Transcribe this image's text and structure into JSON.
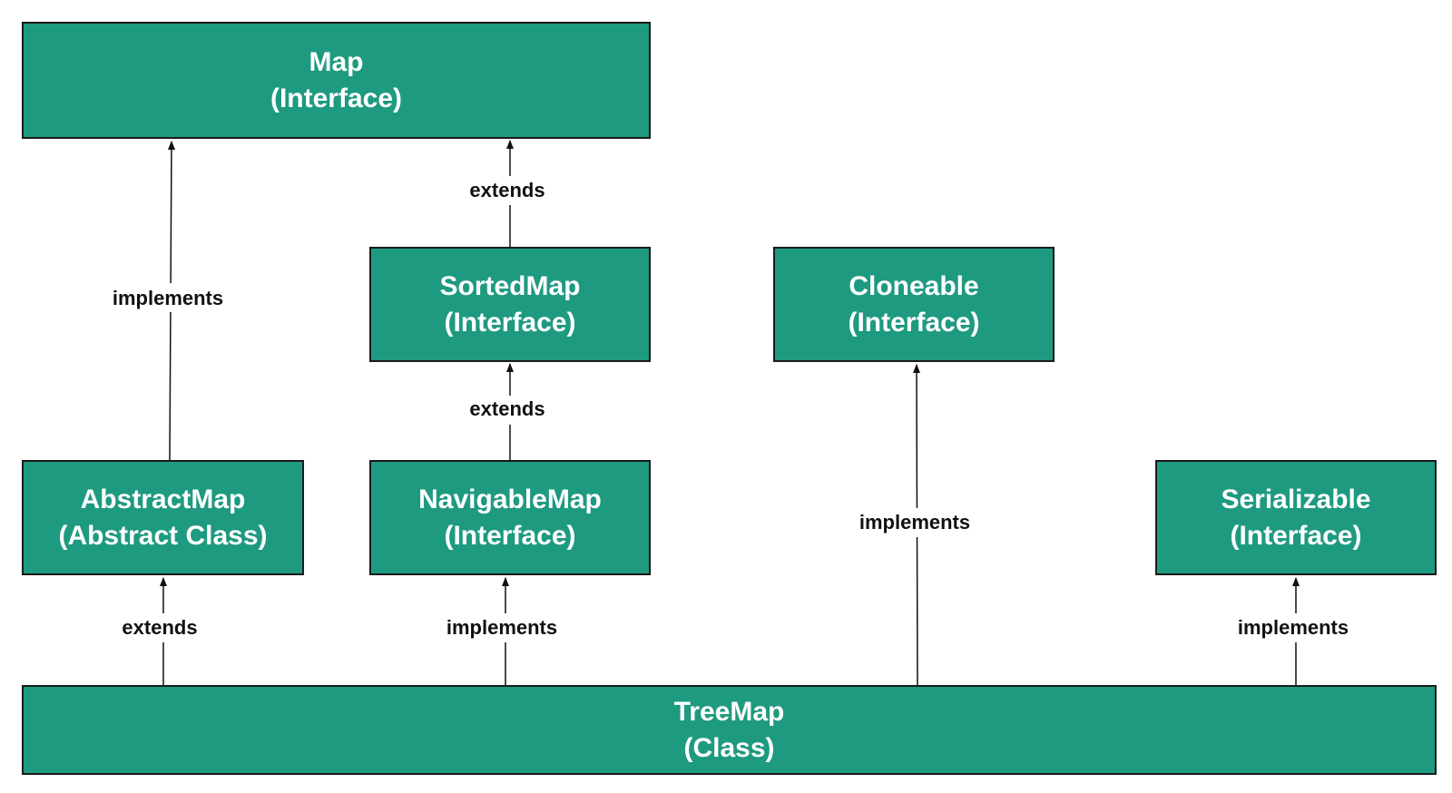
{
  "nodes": {
    "map": {
      "name": "Map",
      "kind": "(Interface)"
    },
    "sorted_map": {
      "name": "SortedMap",
      "kind": "(Interface)"
    },
    "cloneable": {
      "name": "Cloneable",
      "kind": "(Interface)"
    },
    "abstract_map": {
      "name": "AbstractMap",
      "kind": "(Abstract Class)"
    },
    "navigable_map": {
      "name": "NavigableMap",
      "kind": "(Interface)"
    },
    "serializable": {
      "name": "Serializable",
      "kind": "(Interface)"
    },
    "tree_map": {
      "name": "TreeMap",
      "kind": "(Class)"
    }
  },
  "edges": [
    {
      "id": "abstractmap-to-map",
      "from": "AbstractMap",
      "to": "Map",
      "label": "implements"
    },
    {
      "id": "sortedmap-to-map",
      "from": "SortedMap",
      "to": "Map",
      "label": "extends"
    },
    {
      "id": "navigablemap-to-sortedmap",
      "from": "NavigableMap",
      "to": "SortedMap",
      "label": "extends"
    },
    {
      "id": "treemap-to-abstractmap",
      "from": "TreeMap",
      "to": "AbstractMap",
      "label": "extends"
    },
    {
      "id": "treemap-to-navigablemap",
      "from": "TreeMap",
      "to": "NavigableMap",
      "label": "implements"
    },
    {
      "id": "treemap-to-cloneable",
      "from": "TreeMap",
      "to": "Cloneable",
      "label": "implements"
    },
    {
      "id": "treemap-to-serializable",
      "from": "TreeMap",
      "to": "Serializable",
      "label": "implements"
    }
  ],
  "colors": {
    "node_fill": "#1e9a80",
    "node_border": "#1a1a1a",
    "node_text": "#ffffff",
    "edge": "#111111"
  }
}
